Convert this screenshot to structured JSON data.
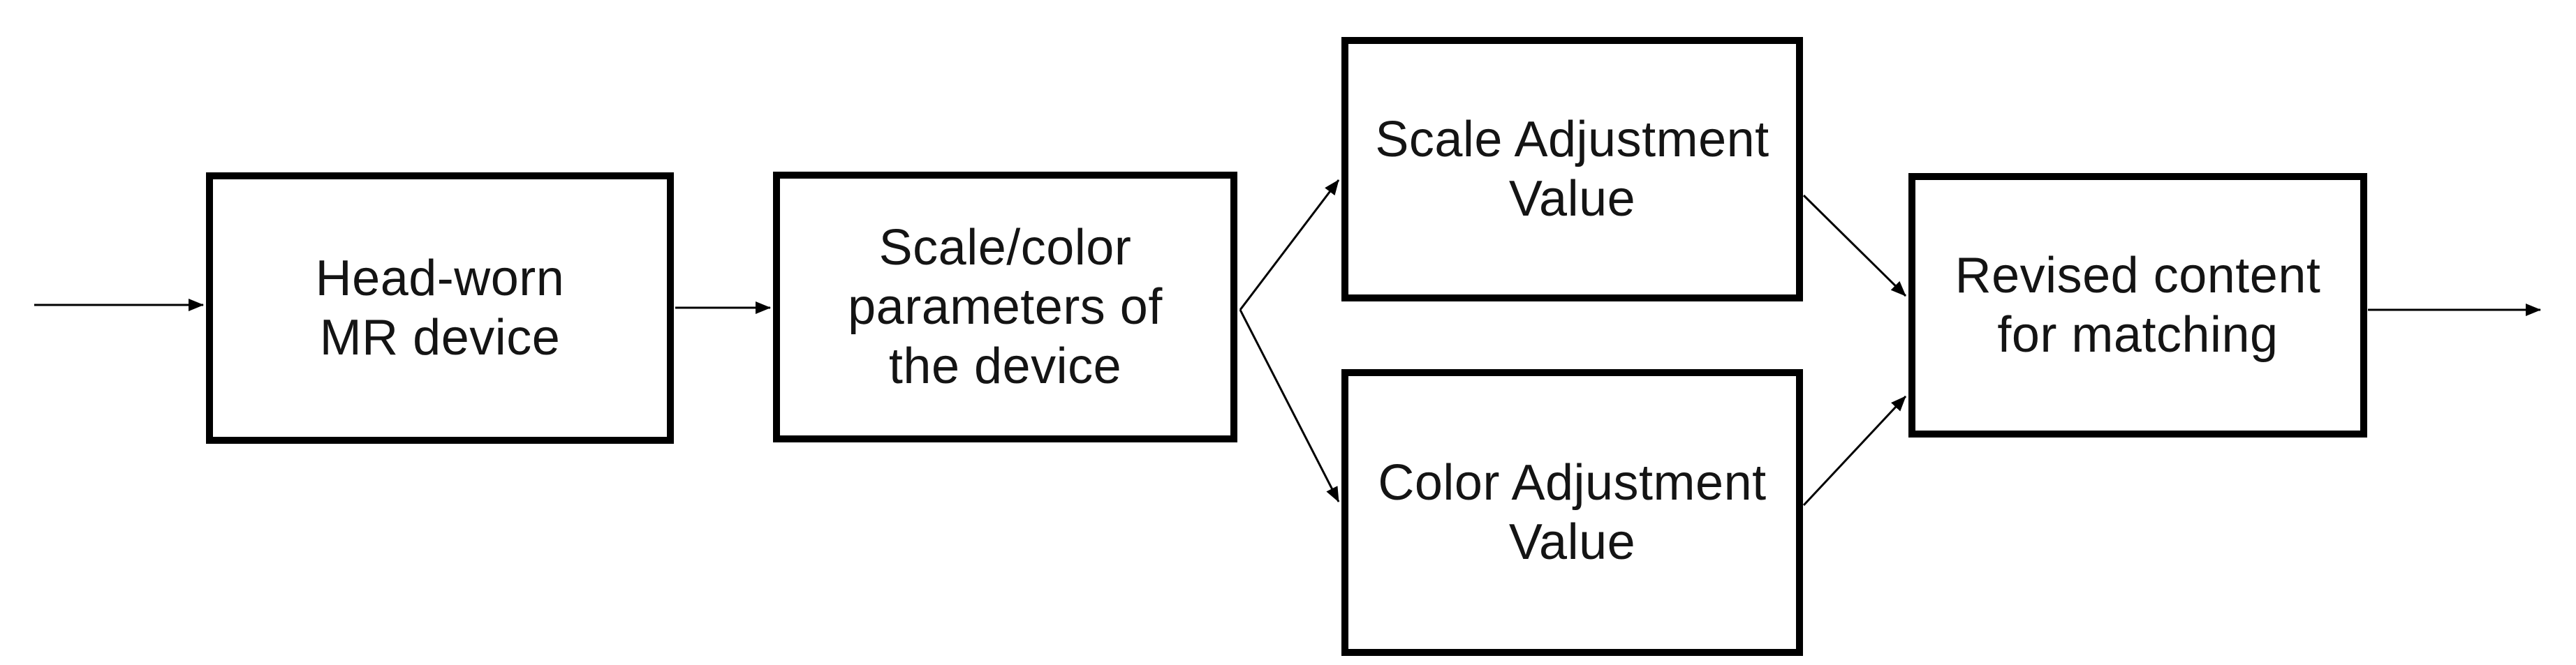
{
  "diagram": {
    "background_color": "#ffffff",
    "box_border_color": "#000000",
    "text_color": "#141414",
    "arrow_color": "#000000",
    "boxes": {
      "head_worn": {
        "line1": "Head-worn",
        "line2": "MR device"
      },
      "parameters": {
        "line1": "Scale/color",
        "line2": "parameters of",
        "line3": "the device"
      },
      "scale_adjust": {
        "line1": "Scale Adjustment",
        "line2": "Value"
      },
      "color_adjust": {
        "line1": "Color Adjustment",
        "line2": "Value"
      },
      "revised": {
        "line1": "Revised content",
        "line2": "for matching"
      }
    },
    "edges": [
      {
        "from": "input",
        "to": "head_worn"
      },
      {
        "from": "head_worn",
        "to": "parameters"
      },
      {
        "from": "parameters",
        "to": "scale_adjust"
      },
      {
        "from": "parameters",
        "to": "color_adjust"
      },
      {
        "from": "scale_adjust",
        "to": "revised"
      },
      {
        "from": "color_adjust",
        "to": "revised"
      },
      {
        "from": "revised",
        "to": "output"
      }
    ]
  }
}
